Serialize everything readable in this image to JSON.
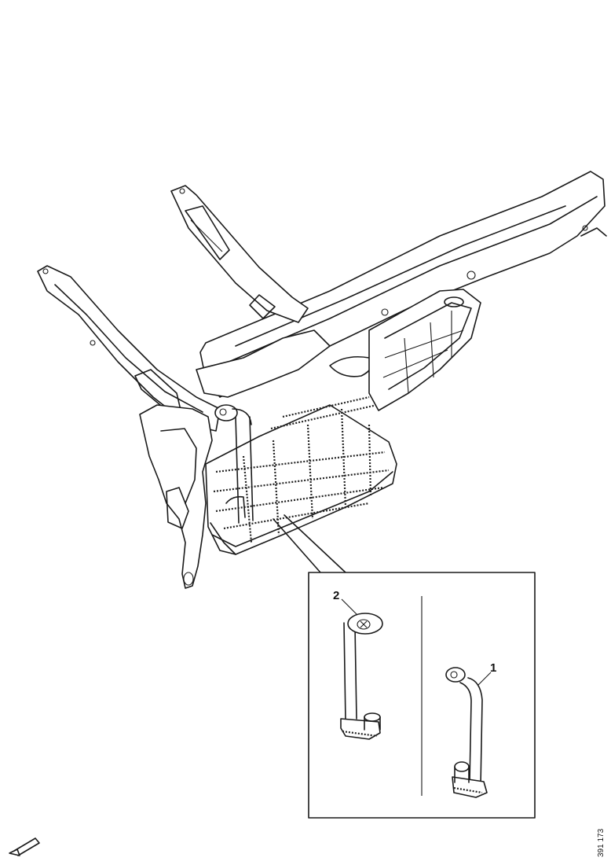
{
  "callouts": {
    "part_1": "1",
    "part_2": "2"
  },
  "reference_code": "391 173",
  "icons": {
    "direction": "direction-arrow-icon"
  }
}
